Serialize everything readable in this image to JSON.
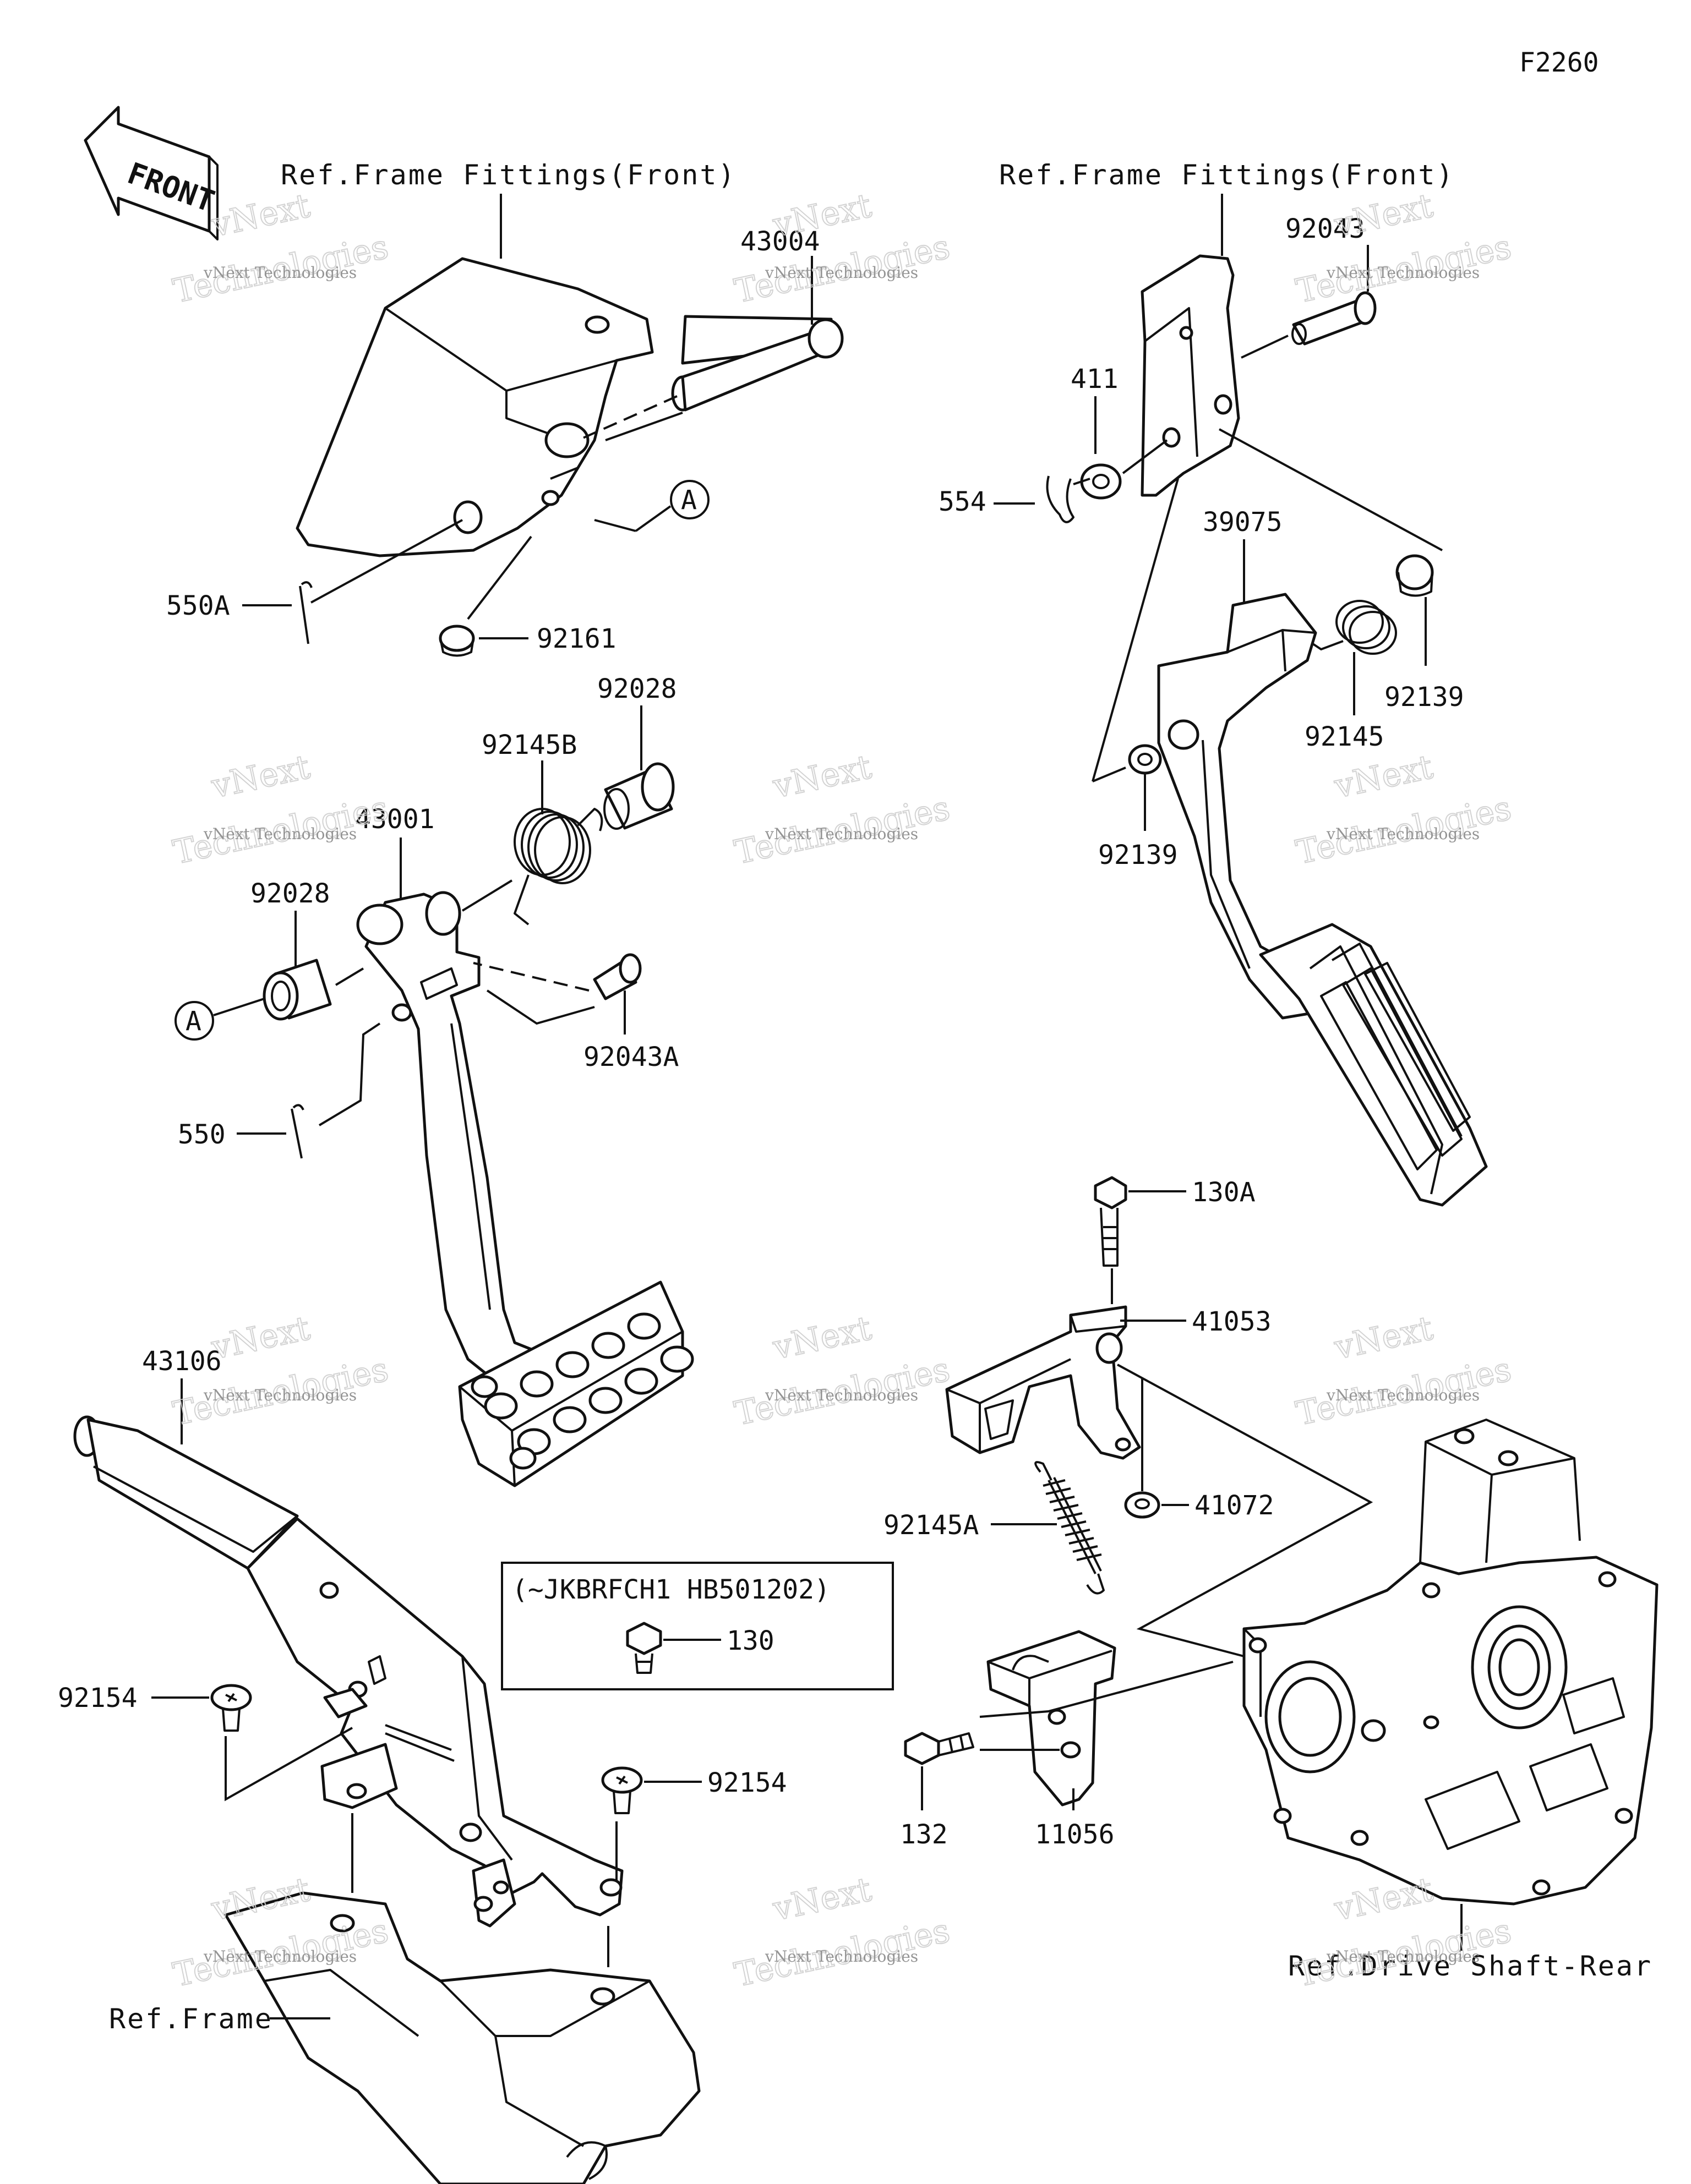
{
  "figure_code": "F2260",
  "front_marker": "FRONT",
  "circle_ref": "A",
  "ref_labels": {
    "frame_fittings_left": "Ref.Frame Fittings(Front)",
    "frame_fittings_right": "Ref.Frame Fittings(Front)",
    "frame": "Ref.Frame",
    "drive_shaft": "Ref.Drive Shaft-Rear"
  },
  "parts": {
    "p43004": "43004",
    "p550A": "550A",
    "p92161": "92161",
    "p92028_top": "92028",
    "p92145B": "92145B",
    "p43001": "43001",
    "p92028_left": "92028",
    "p92043A": "92043A",
    "p550": "550",
    "p92043": "92043",
    "p411": "411",
    "p554": "554",
    "p39075": "39075",
    "p92139_right": "92139",
    "p92145": "92145",
    "p92139_left": "92139",
    "p130A": "130A",
    "p41053": "41053",
    "p41072": "41072",
    "p92145A": "92145A",
    "p43106": "43106",
    "p130": "130",
    "p92154_left": "92154",
    "p92154_right": "92154",
    "p132": "132",
    "p11056": "11056"
  },
  "inset_note": "(~JKBRFCH1 HB501202)",
  "watermark": {
    "line1": "vNext Technologies",
    "line2": "vNext",
    "line3": "Technologies"
  }
}
